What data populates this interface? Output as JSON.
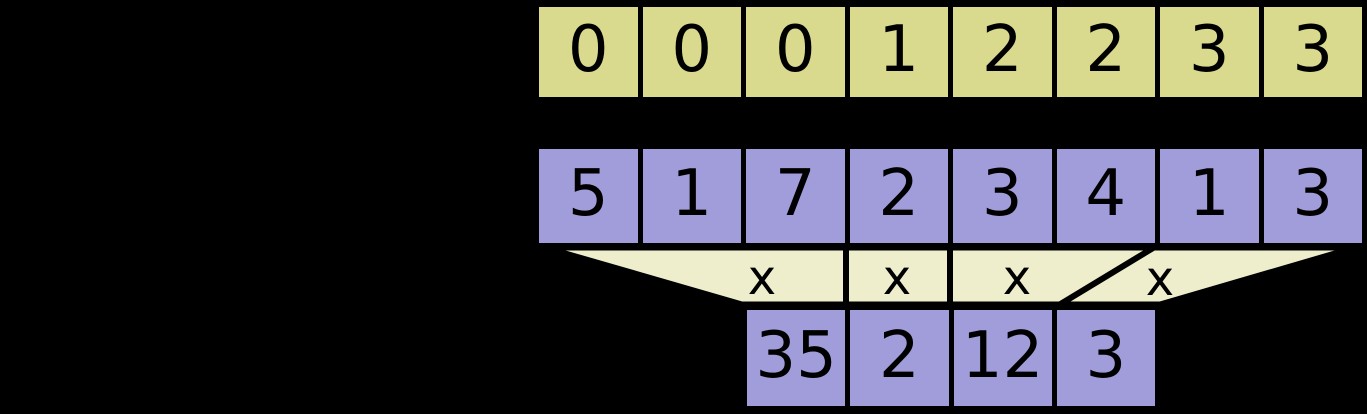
{
  "colors": {
    "background": "#000000",
    "keys_cell": "#d9da8e",
    "values_cell": "#a19ddb",
    "funnel": "#eeeecd",
    "border": "#000000",
    "text": "#000000"
  },
  "keys_row": {
    "cells": [
      "0",
      "0",
      "0",
      "1",
      "2",
      "2",
      "3",
      "3"
    ]
  },
  "values_row": {
    "cells": [
      "5",
      "1",
      "7",
      "2",
      "3",
      "4",
      "1",
      "3"
    ]
  },
  "funnel": {
    "operator_labels": [
      "x",
      "x",
      "x",
      "x"
    ]
  },
  "results_row": {
    "cells": [
      "35",
      "2",
      "12",
      "3"
    ]
  }
}
